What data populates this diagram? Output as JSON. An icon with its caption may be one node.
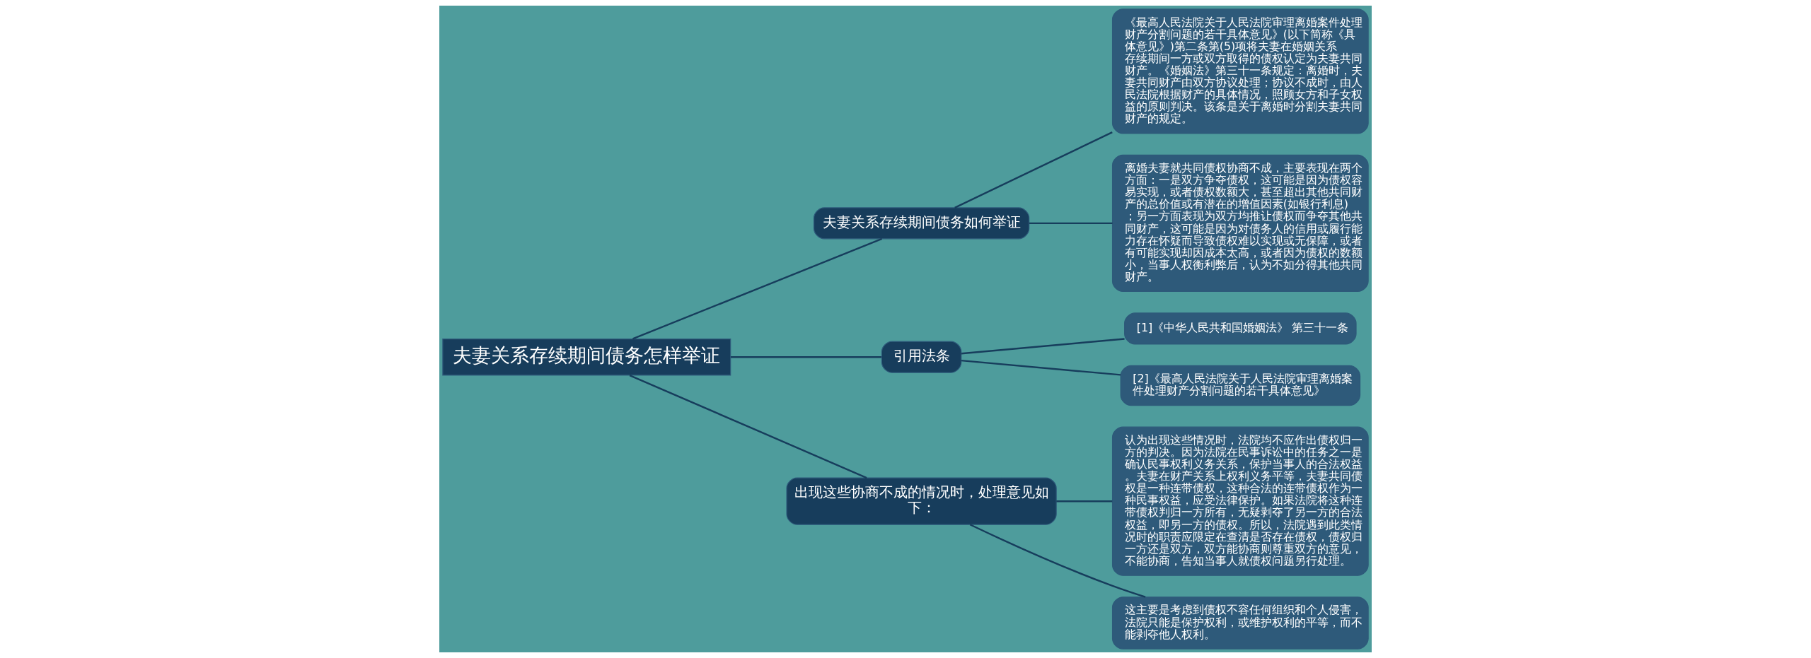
{
  "diagram": {
    "nodes": [
      {
        "text": [
          "夫妻关系存续期间债务怎样举证"
        ]
      },
      {
        "text": [
          "夫妻关系存续期间债务如何举证"
        ]
      },
      {
        "text": [
          "《最高人民法院关于人民法院审理离婚案件处理财产分割问题的若干具体意见》(以下简称《具体意见》)第二条第(5)项将夫妻在婚姻关系存续期间一方或双方取得的债权认定为夫妻共同财产。《婚姻法》第三十一条规定：离婚时，夫妻共同财产由双方协议处理；协议不成时，由人民法院根据财产的具体情况，照顾女方和子女权益的原则判决。该条是关于离婚时分割夫妻共同财产的规定。"
        ]
      },
      {
        "text": [
          "离婚夫妻就共同债权协商不成，主要表现在两个方面：一是双方争夺债权，这可能是因为债权容易实现，或者债权数额大，甚至超出其他共同财产的总价值或有潜在的增值因素(如银行利息)；另一方面表现为双方均推让债权而争夺其他共同财产，这可能是因为对债务人的信用或履行能力存在怀疑而导致债权难以实现或无保障，或者有可能实现却因成本太高，或者因为债权的数额小，当事人权衡利弊后，认为不如分得其他共同财产。"
        ]
      },
      {
        "text": [
          "引用法条"
        ]
      },
      {
        "text": [
          "[1]《中华人民共和国婚姻法》 第三十一条"
        ]
      },
      {
        "text": [
          "[2]《最高人民法院关于人民法院审理离婚案件处理财产分割问题的若干具体意见》"
        ]
      },
      {
        "text": [
          "出现这些协商不成的情况时，处理意见如下："
        ]
      },
      {
        "text": [
          "认为出现这些情况时，法院均不应作出债权归一方的判决。因为法院在民事诉讼中的任务之一是确认民事权利义务关系，保护当事人的合法权益。夫妻在财产关系上权利义务平等，夫妻共同债权是一种连带债权，这种合法的连带债权作为一种民事权益，应受法律保护。如果法院将这种连带债权判归一方所有，无疑剥夺了另一方的合法权益，即另一方的债权。所以，法院遇到此类情况时的职责应限定在查清是否存在债权，债权归一方还是双方，双方能协商则尊重双方的意见，不能协商，告知当事人就债权问题另行处理。"
        ]
      },
      {
        "text": [
          "这主要是考虑到债权不容任何组织和个人侵害，法院只能是保护权利，或维护权利的平等，而不能剥夺他人权利。"
        ]
      }
    ],
    "edges": [
      {
        "from": 0,
        "to": 1,
        "arrow": "none"
      },
      {
        "from": 1,
        "to": 2,
        "arrow": "none"
      },
      {
        "from": 1,
        "to": 3,
        "arrow": "none"
      },
      {
        "from": 0,
        "to": 4,
        "arrow": "none"
      },
      {
        "from": 4,
        "to": 5,
        "arrow": "none"
      },
      {
        "from": 4,
        "to": 6,
        "arrow": "none"
      },
      {
        "from": 0,
        "to": 7,
        "arrow": "none"
      },
      {
        "from": 7,
        "to": 8,
        "arrow": "none"
      },
      {
        "from": 7,
        "to": 9,
        "arrow": "none"
      }
    ]
  }
}
